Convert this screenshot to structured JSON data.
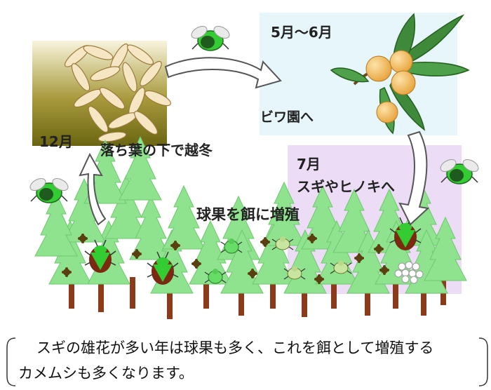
{
  "labels": {
    "december": "12月",
    "overwinter": "落ち葉の下で越冬",
    "may_june": "5月～6月",
    "to_loquat": "ビワ園へ",
    "july": "7月",
    "to_cedar": "スギやヒノキへ",
    "breed": "球果を餌に増殖"
  },
  "caption": {
    "line1": "スギの雄花が多い年は球果も多く、これを餌として増殖する",
    "line2": "カメムシも多くなります。"
  },
  "colors": {
    "bug_green": "#33cc33",
    "tree_green": "#8fe38f",
    "summer_panel": "#ecdcf5",
    "spring_panel": "#e6f6fb",
    "trunk": "#8b3a1a",
    "loquat": "#f0b450"
  },
  "icons": [
    "stink-bug-icon",
    "fallen-leaves-icon",
    "loquat-icon",
    "cedar-tree-icon",
    "cone-icon",
    "egg-cluster-icon",
    "arrow-icon"
  ]
}
